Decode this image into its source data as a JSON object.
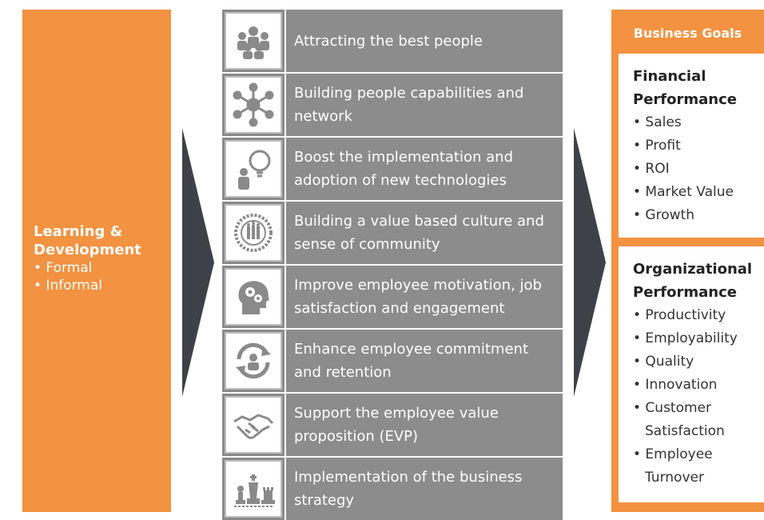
{
  "learning": {
    "title_line1": "Learning &",
    "title_line2": "Development",
    "items": [
      "• Formal",
      "• Informal"
    ]
  },
  "drivers": [
    {
      "icon": "people-group-icon",
      "text": "Attracting the best people"
    },
    {
      "icon": "network-icon",
      "text": "Building people capabilities and network"
    },
    {
      "icon": "lightbulb-person-icon",
      "text": "Boost the implementation and adoption of new technologies"
    },
    {
      "icon": "community-circle-icon",
      "text": "Building a value based culture and sense of community"
    },
    {
      "icon": "head-gears-icon",
      "text": "Improve employee motivation, job satisfaction and engagement"
    },
    {
      "icon": "retention-cycle-icon",
      "text": "Enhance employee commitment and retention"
    },
    {
      "icon": "handshake-icon",
      "text": "Support the employee value proposition (EVP)"
    },
    {
      "icon": "chess-pieces-icon",
      "text": "Implementation of the business strategy"
    }
  ],
  "goals": {
    "header": "Business Goals",
    "financial": {
      "title_line1": "Financial",
      "title_line2": "Performance",
      "items": [
        "• Sales",
        "• Profit",
        "• ROI",
        "• Market Value",
        "• Growth"
      ]
    },
    "organizational": {
      "title_line1": "Organizational",
      "title_line2": "Performance",
      "items": [
        "• Productivity",
        "• Employability",
        "• Quality",
        "• Innovation",
        "• Customer Satisfaction",
        "• Employee Turnover"
      ]
    }
  },
  "colors": {
    "orange": "#F39240",
    "gray": "#8C8C8C",
    "arrow": "#3E4147"
  }
}
